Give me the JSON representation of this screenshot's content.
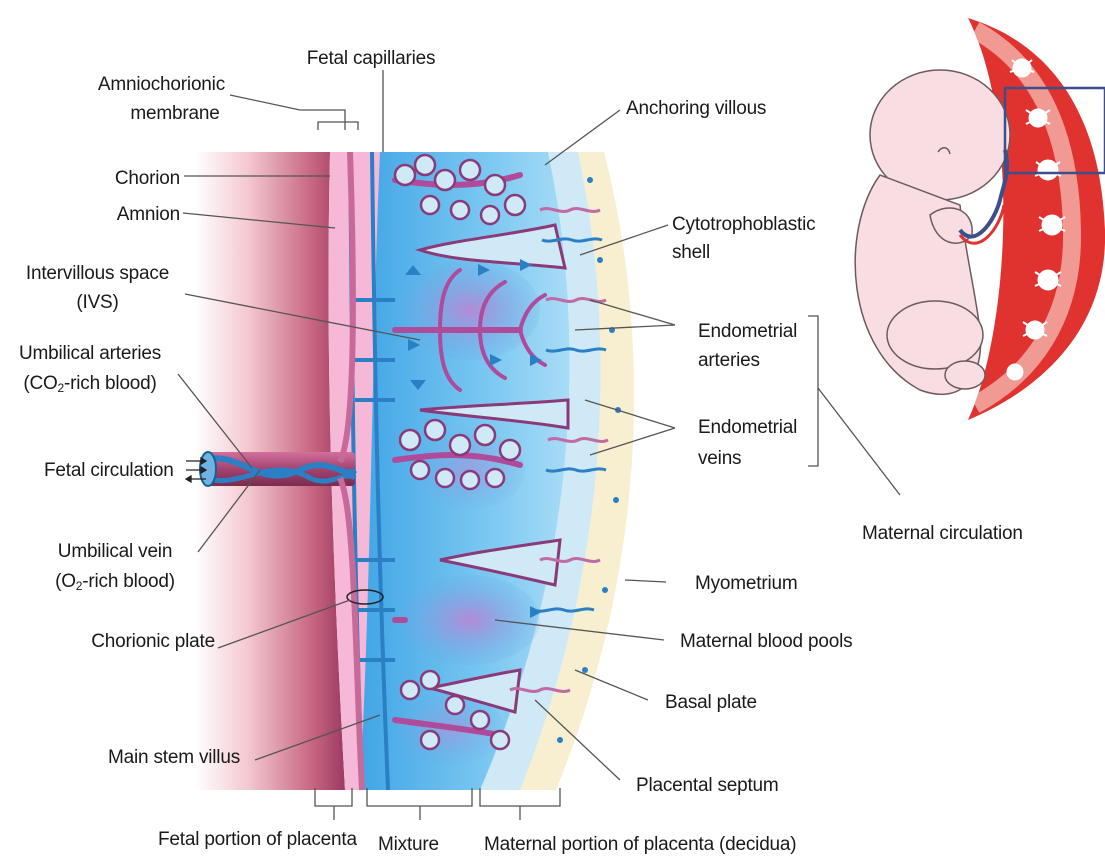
{
  "labels": {
    "fetal_capillaries": "Fetal capillaries",
    "amniochorionic_1": "Amniochorionic",
    "amniochorionic_2": "membrane",
    "anchoring_villous": "Anchoring villous",
    "chorion": "Chorion",
    "amnion": "Amnion",
    "cytotrophoblastic_1": "Cytotrophoblastic",
    "cytotrophoblastic_2": "shell",
    "ivs_1": "Intervillous space",
    "ivs_2": "(IVS)",
    "umbilical_arteries_1": "Umbilical arteries",
    "umbilical_arteries_2a": "(CO",
    "umbilical_arteries_2sub": "2",
    "umbilical_arteries_2b": "-rich blood)",
    "endometrial_arteries_1": "Endometrial",
    "endometrial_arteries_2": "arteries",
    "endometrial_veins_1": "Endometrial",
    "endometrial_veins_2": "veins",
    "fetal_circulation": "Fetal circulation",
    "maternal_circulation": "Maternal circulation",
    "umbilical_vein_1": "Umbilical vein",
    "umbilical_vein_2a": "(O",
    "umbilical_vein_2sub": "2",
    "umbilical_vein_2b": "-rich blood)",
    "myometrium": "Myometrium",
    "chorionic_plate": "Chorionic plate",
    "maternal_blood_pools": "Maternal blood pools",
    "basal_plate": "Basal plate",
    "main_stem_villus": "Main stem villus",
    "placental_septum": "Placental septum",
    "fetal_portion": "Fetal portion of placenta",
    "mixture": "Mixture",
    "maternal_portion": "Maternal portion of placenta (decidua)"
  },
  "colors": {
    "fetal_vessel_blue": "#2b7fc4",
    "villus_magenta": "#b04a9a",
    "ivs_blue": "#56b4ec",
    "ivs_pale": "#cfe9f7",
    "chorion_pink": "#f2b3d3",
    "myometrium_cream": "#f8efd2",
    "amnion_mauve": "#c96a8a",
    "maternal_red": "#e0322f",
    "fetus_skin": "#f8dde3",
    "inset_box": "#3d4f8a",
    "leader_line": "#666666"
  }
}
